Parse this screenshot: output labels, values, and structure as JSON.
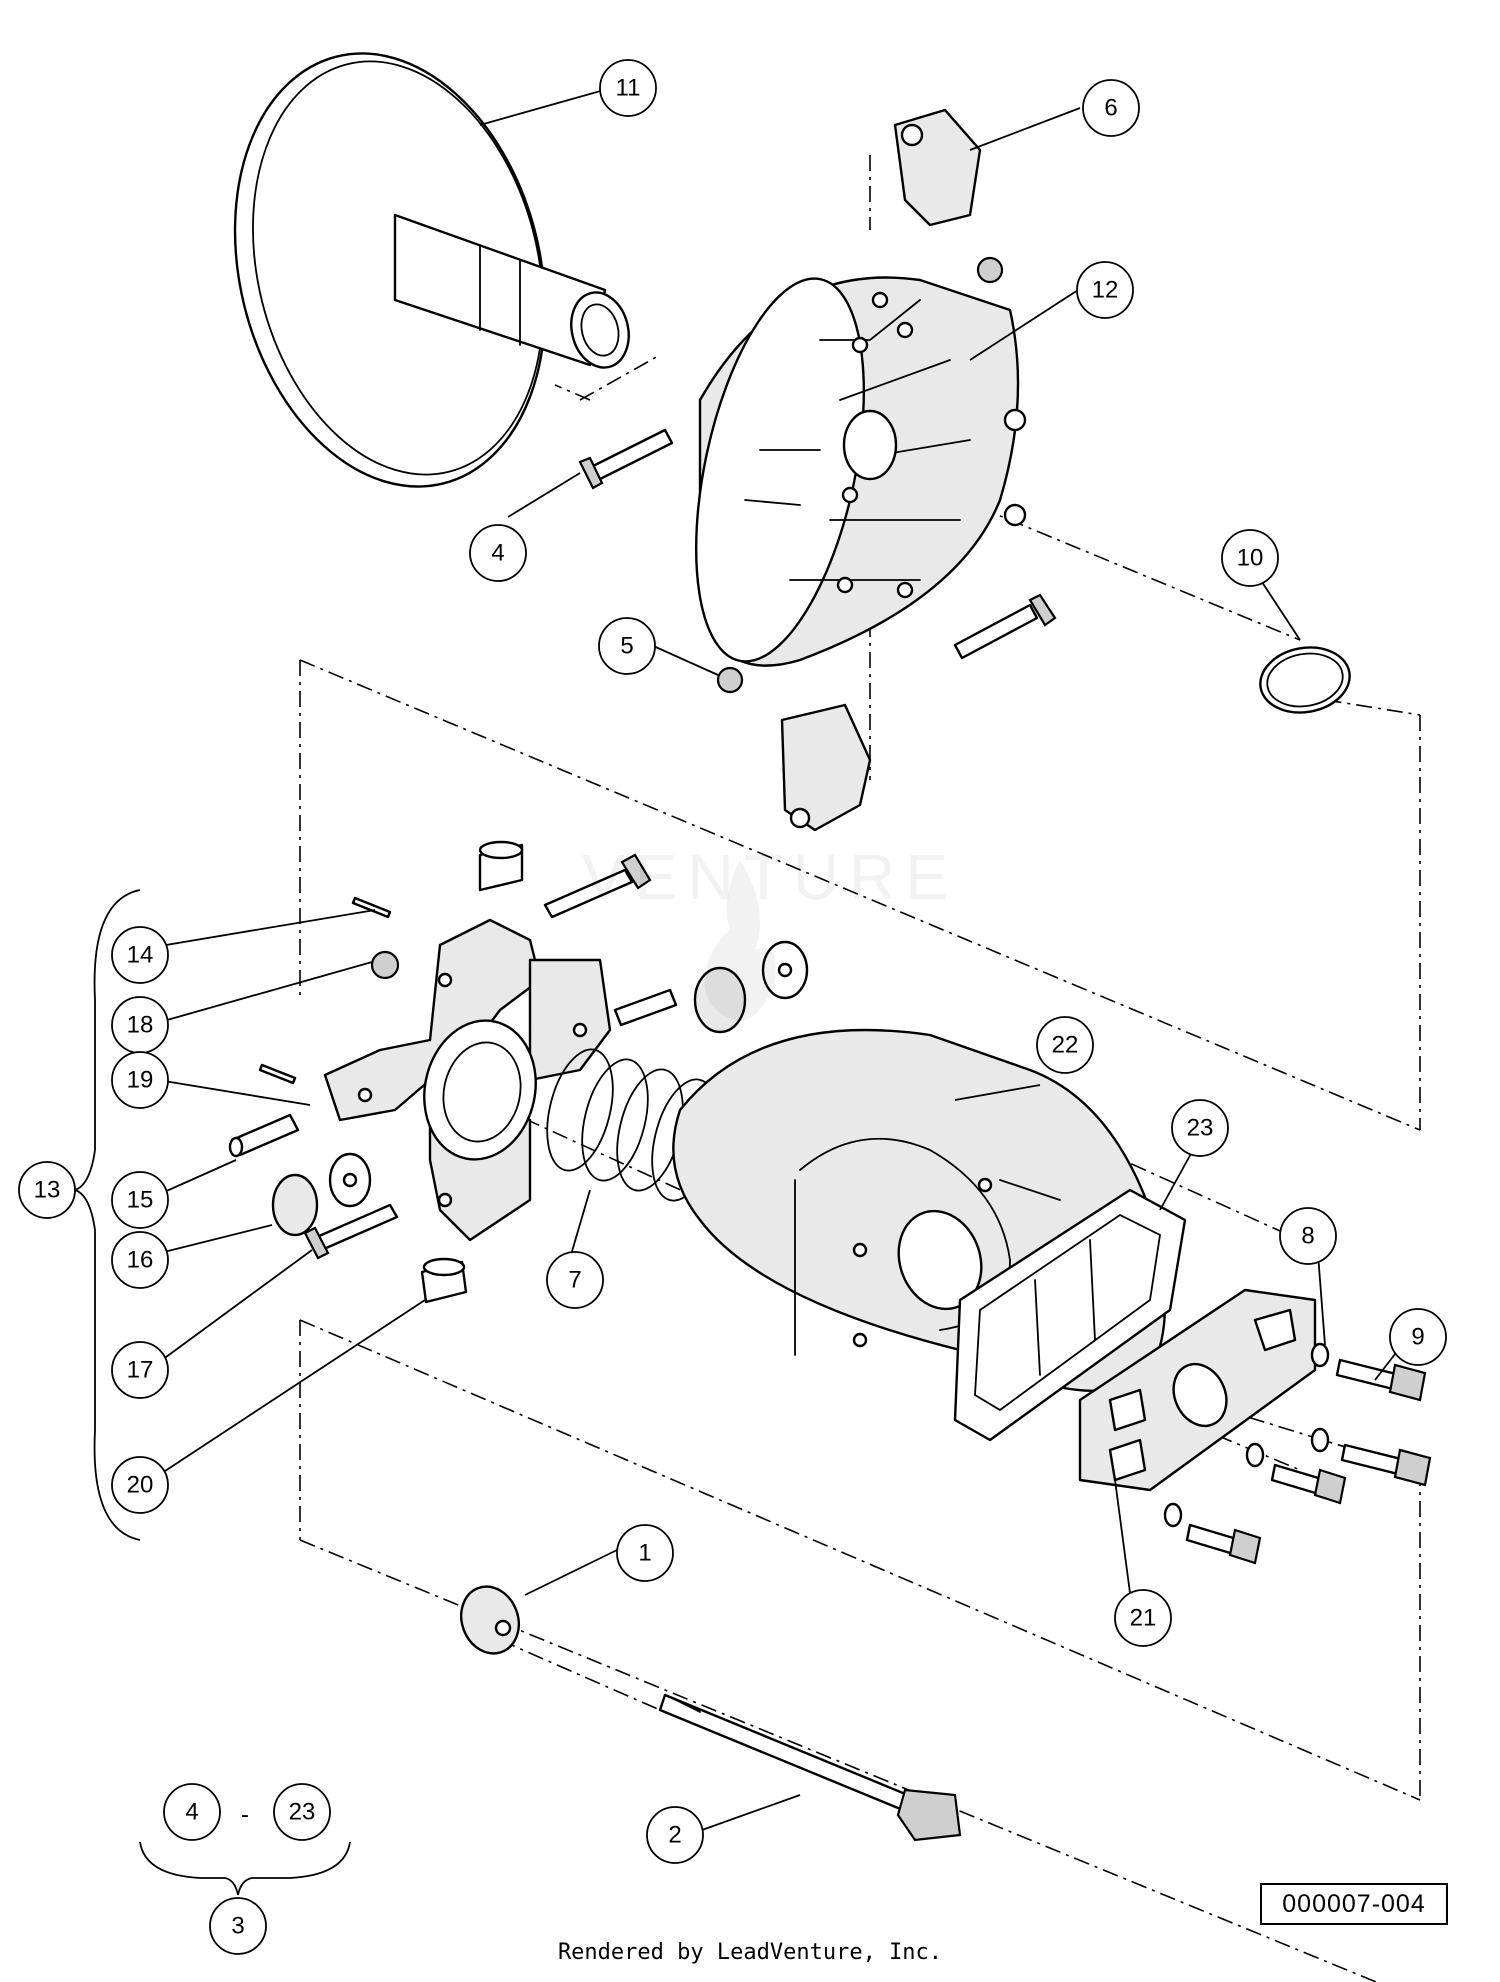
{
  "callouts": [
    {
      "id": "1",
      "label": "1"
    },
    {
      "id": "2",
      "label": "2"
    },
    {
      "id": "3",
      "label": "3"
    },
    {
      "id": "4",
      "label": "4"
    },
    {
      "id": "5",
      "label": "5"
    },
    {
      "id": "6",
      "label": "6"
    },
    {
      "id": "7",
      "label": "7"
    },
    {
      "id": "8",
      "label": "8"
    },
    {
      "id": "9",
      "label": "9"
    },
    {
      "id": "10",
      "label": "10"
    },
    {
      "id": "11",
      "label": "11"
    },
    {
      "id": "12",
      "label": "12"
    },
    {
      "id": "13",
      "label": "13"
    },
    {
      "id": "14",
      "label": "14"
    },
    {
      "id": "15",
      "label": "15"
    },
    {
      "id": "16",
      "label": "16"
    },
    {
      "id": "17",
      "label": "17"
    },
    {
      "id": "18",
      "label": "18"
    },
    {
      "id": "19",
      "label": "19"
    },
    {
      "id": "20",
      "label": "20"
    },
    {
      "id": "21",
      "label": "21"
    },
    {
      "id": "22",
      "label": "22"
    },
    {
      "id": "23",
      "label": "23"
    }
  ],
  "kit_range": {
    "start": "4",
    "separator": "-",
    "end": "23"
  },
  "drawing_number": "000007-004",
  "footer": "Rendered by LeadVenture, Inc.",
  "watermark": "VENTURE",
  "colors": {
    "line": "#000000",
    "background": "#ffffff",
    "part_fill": "#e9e9e9"
  }
}
